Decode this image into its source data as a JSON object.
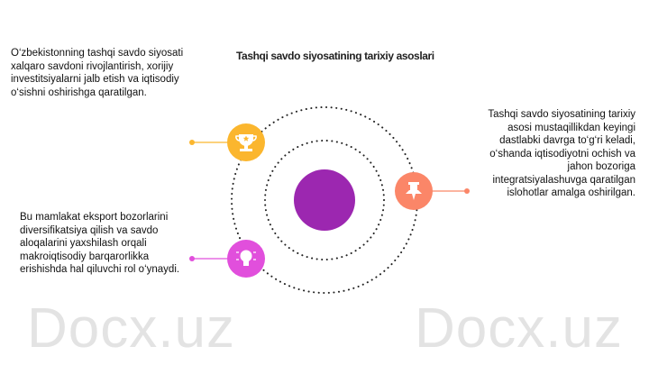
{
  "watermark": "Docx.uz",
  "title": "Tashqi savdo siyosatining tarixiy asoslari",
  "items": [
    {
      "text": "O‘zbekistonning tashqi savdo siyosati xalqaro savdoni rivojlantirish, xorijiy investitsiyalarni jalb etish va iqtisodiy o‘sishni oshirishga qaratilgan.",
      "icon": "trophy-icon",
      "color": "#FBB62E"
    },
    {
      "text": "Tashqi savdo siyosatining tarixiy asosi mustaqillikdan keyingi dastlabki davrga to‘g‘ri keladi, o‘shanda iqtisodiyotni ochish va jahon bozoriga integratsiyalashuvga qaratilgan islohotlar amalga oshirilgan.",
      "icon": "pushpin-icon",
      "color": "#FB8668"
    },
    {
      "text": "Bu mamlakat eksport bozorlarini diversifikatsiya qilish va savdo aloqalarini yaxshilash orqali makroiqtisodiy barqarorlikka erishishda hal qiluvchi rol o‘ynaydi.",
      "icon": "lightbulb-icon",
      "color": "#E14FDC"
    }
  ],
  "center_color": "#9C27B0"
}
